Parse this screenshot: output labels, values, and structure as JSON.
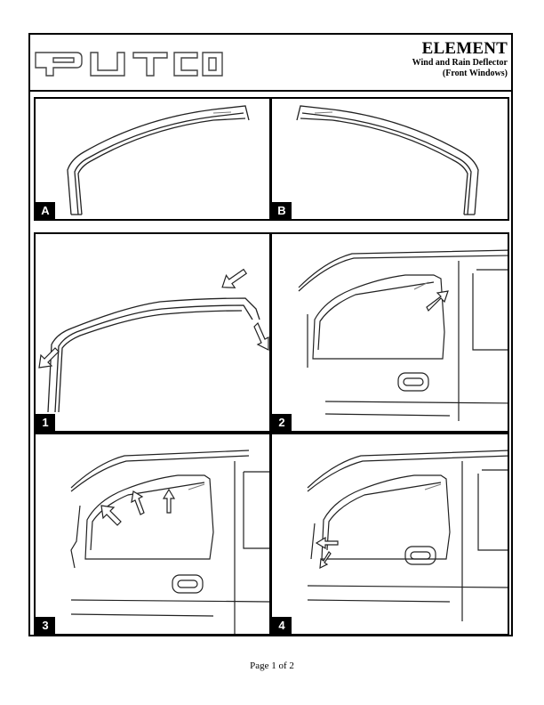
{
  "header": {
    "logo_text": "PUTCO",
    "title": "ELEMENT",
    "subtitle_line1": "Wind and Rain Deflector",
    "subtitle_line2": "(Front Windows)"
  },
  "panels": [
    {
      "label": "A"
    },
    {
      "label": "B"
    },
    {
      "label": "1"
    },
    {
      "label": "2"
    },
    {
      "label": "3"
    },
    {
      "label": "4"
    }
  ],
  "footer": {
    "page_text": "Page 1 of 2"
  }
}
